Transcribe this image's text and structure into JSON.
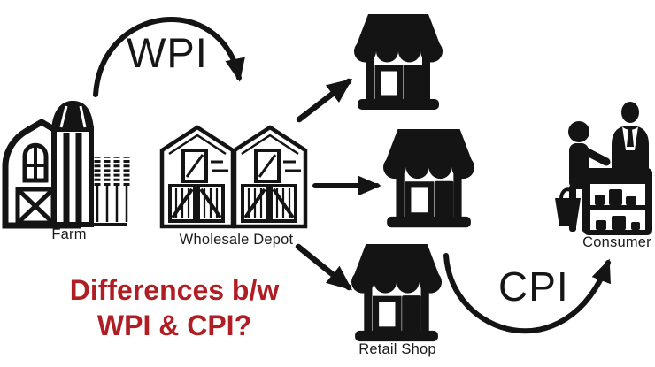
{
  "diagram": {
    "type": "supply-chain-flow",
    "background_color": "#ffffff",
    "ink_color": "#141414",
    "accent_red": "#b01e24",
    "flow_labels": {
      "wpi": "WPI",
      "cpi": "CPI"
    },
    "nodes": {
      "farm": "Farm",
      "wholesale_depot": "Wholesale Depot",
      "retail_shop": "Retail Shop",
      "consumer": "Consumer"
    },
    "edges": [
      {
        "from": "Farm",
        "to": "Wholesale Depot",
        "label": "WPI",
        "style": "curved-arc"
      },
      {
        "from": "Wholesale Depot",
        "to": "Retail Shop (top)",
        "label": "",
        "style": "straight"
      },
      {
        "from": "Wholesale Depot",
        "to": "Retail Shop (middle)",
        "label": "",
        "style": "straight"
      },
      {
        "from": "Wholesale Depot",
        "to": "Retail Shop (bottom)",
        "label": "",
        "style": "straight"
      },
      {
        "from": "Retail Shop",
        "to": "Consumer",
        "label": "CPI",
        "style": "curved-arc"
      }
    ],
    "question": {
      "line1": "Differences b/w",
      "line2": "WPI & CPI?"
    }
  }
}
